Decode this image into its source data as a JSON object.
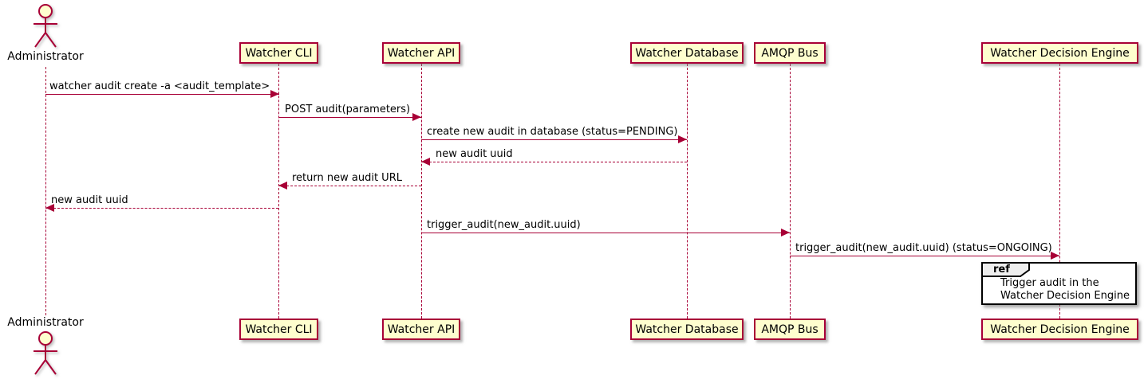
{
  "diagram_type": "sequence",
  "actor": {
    "label": "Administrator"
  },
  "participants": [
    {
      "label": "Watcher CLI"
    },
    {
      "label": "Watcher API"
    },
    {
      "label": "Watcher Database"
    },
    {
      "label": "AMQP Bus"
    },
    {
      "label": "Watcher Decision Engine"
    }
  ],
  "messages": [
    {
      "label": "watcher audit create -a <audit_template>",
      "from": "Administrator",
      "to": "Watcher CLI",
      "line": "solid",
      "direction": "right"
    },
    {
      "label": "POST audit(parameters)",
      "from": "Watcher CLI",
      "to": "Watcher API",
      "line": "solid",
      "direction": "right"
    },
    {
      "label": "create new audit in database (status=PENDING)",
      "from": "Watcher API",
      "to": "Watcher Database",
      "line": "solid",
      "direction": "right"
    },
    {
      "label": "new audit uuid",
      "from": "Watcher Database",
      "to": "Watcher API",
      "line": "dashed",
      "direction": "left"
    },
    {
      "label": "return new audit URL",
      "from": "Watcher API",
      "to": "Watcher CLI",
      "line": "dashed",
      "direction": "left"
    },
    {
      "label": "new audit uuid",
      "from": "Watcher CLI",
      "to": "Administrator",
      "line": "dashed",
      "direction": "left"
    },
    {
      "label": "trigger_audit(new_audit.uuid)",
      "from": "Watcher API",
      "to": "AMQP Bus",
      "line": "solid",
      "direction": "right"
    },
    {
      "label": "trigger_audit(new_audit.uuid) (status=ONGOING)",
      "from": "AMQP Bus",
      "to": "Watcher Decision Engine",
      "line": "solid",
      "direction": "right"
    }
  ],
  "ref_fragment": {
    "tag": "ref",
    "line1": "Trigger audit in the",
    "line2": "Watcher Decision Engine",
    "over": "Watcher Decision Engine"
  },
  "colors": {
    "accent": "#a80036",
    "participant_fill": "#fefece",
    "ref_tab_fill": "#eeeeee",
    "text": "#000000",
    "background": "#ffffff"
  }
}
